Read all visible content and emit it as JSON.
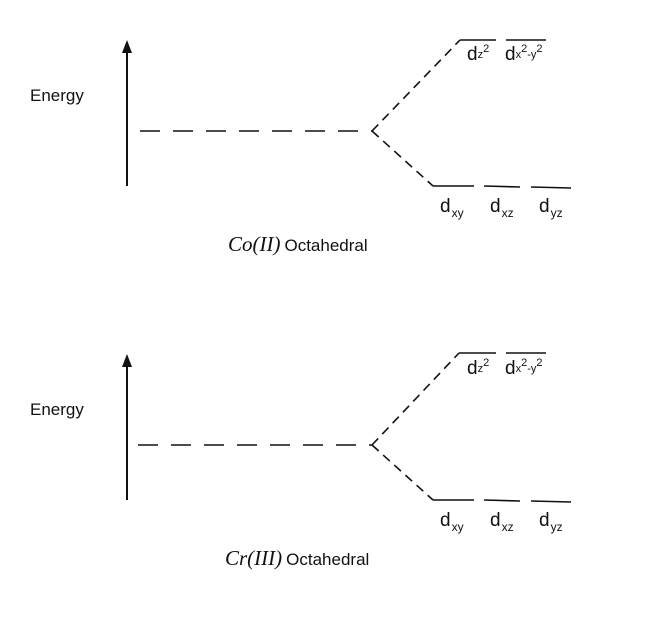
{
  "diagrams": [
    {
      "energy_label": "Energy",
      "upper_orbitals": {
        "dz2": "d",
        "dz2_sub": "z",
        "dz2_sup": "2",
        "dx2y2": "d",
        "dx2y2_sub_a": "x",
        "dx2y2_sup_a": "2",
        "dx2y2_dash": "-",
        "dx2y2_sub_b": "y",
        "dx2y2_sup_b": "2"
      },
      "lower_orbitals": {
        "dxy": "d",
        "dxy_sub": "xy",
        "dxz": "d",
        "dxz_sub": "xz",
        "dyz": "d",
        "dyz_sub": "yz"
      },
      "caption": {
        "ion": "Co(II)",
        "geometry": "Octahedral"
      }
    },
    {
      "energy_label": "Energy",
      "upper_orbitals": {
        "dz2": "d",
        "dz2_sub": "z",
        "dz2_sup": "2",
        "dx2y2": "d",
        "dx2y2_sub_a": "x",
        "dx2y2_sup_a": "2",
        "dx2y2_dash": "-",
        "dx2y2_sub_b": "y",
        "dx2y2_sup_b": "2"
      },
      "lower_orbitals": {
        "dxy": "d",
        "dxy_sub": "xy",
        "dxz": "d",
        "dxz_sub": "xz",
        "dyz": "d",
        "dyz_sub": "yz"
      },
      "caption": {
        "ion": "Cr(III)",
        "geometry": "Octahedral"
      }
    }
  ]
}
